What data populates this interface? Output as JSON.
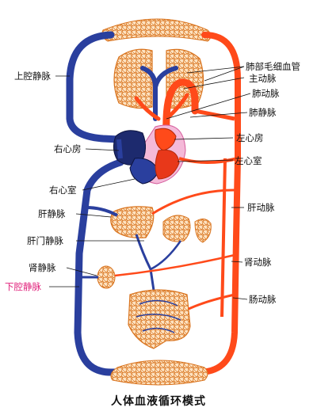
{
  "caption": "人体血液循环模式",
  "labels": {
    "svc": "上腔静脉",
    "pulm_cap": "肺部毛细血管",
    "aorta": "主动脉",
    "pulm_artery": "肺动脉",
    "pulm_vein": "肺静脉",
    "left_atrium": "左心房",
    "right_atrium": "右心房",
    "left_ventricle": "左心室",
    "right_ventricle": "右心室",
    "hepatic_vein": "肝静脉",
    "hepatic_artery": "肝动脉",
    "portal_vein": "肝门静脉",
    "renal_vein": "肾静脉",
    "renal_artery": "肾动脉",
    "ivc": "下腔静脉",
    "mesenteric_artery": "肠动脉"
  },
  "colors": {
    "arterial": "#ff4a1a",
    "venous": "#2a3f9e",
    "capillary_net": "#e8862a",
    "highlight_label": "#e0207a"
  }
}
